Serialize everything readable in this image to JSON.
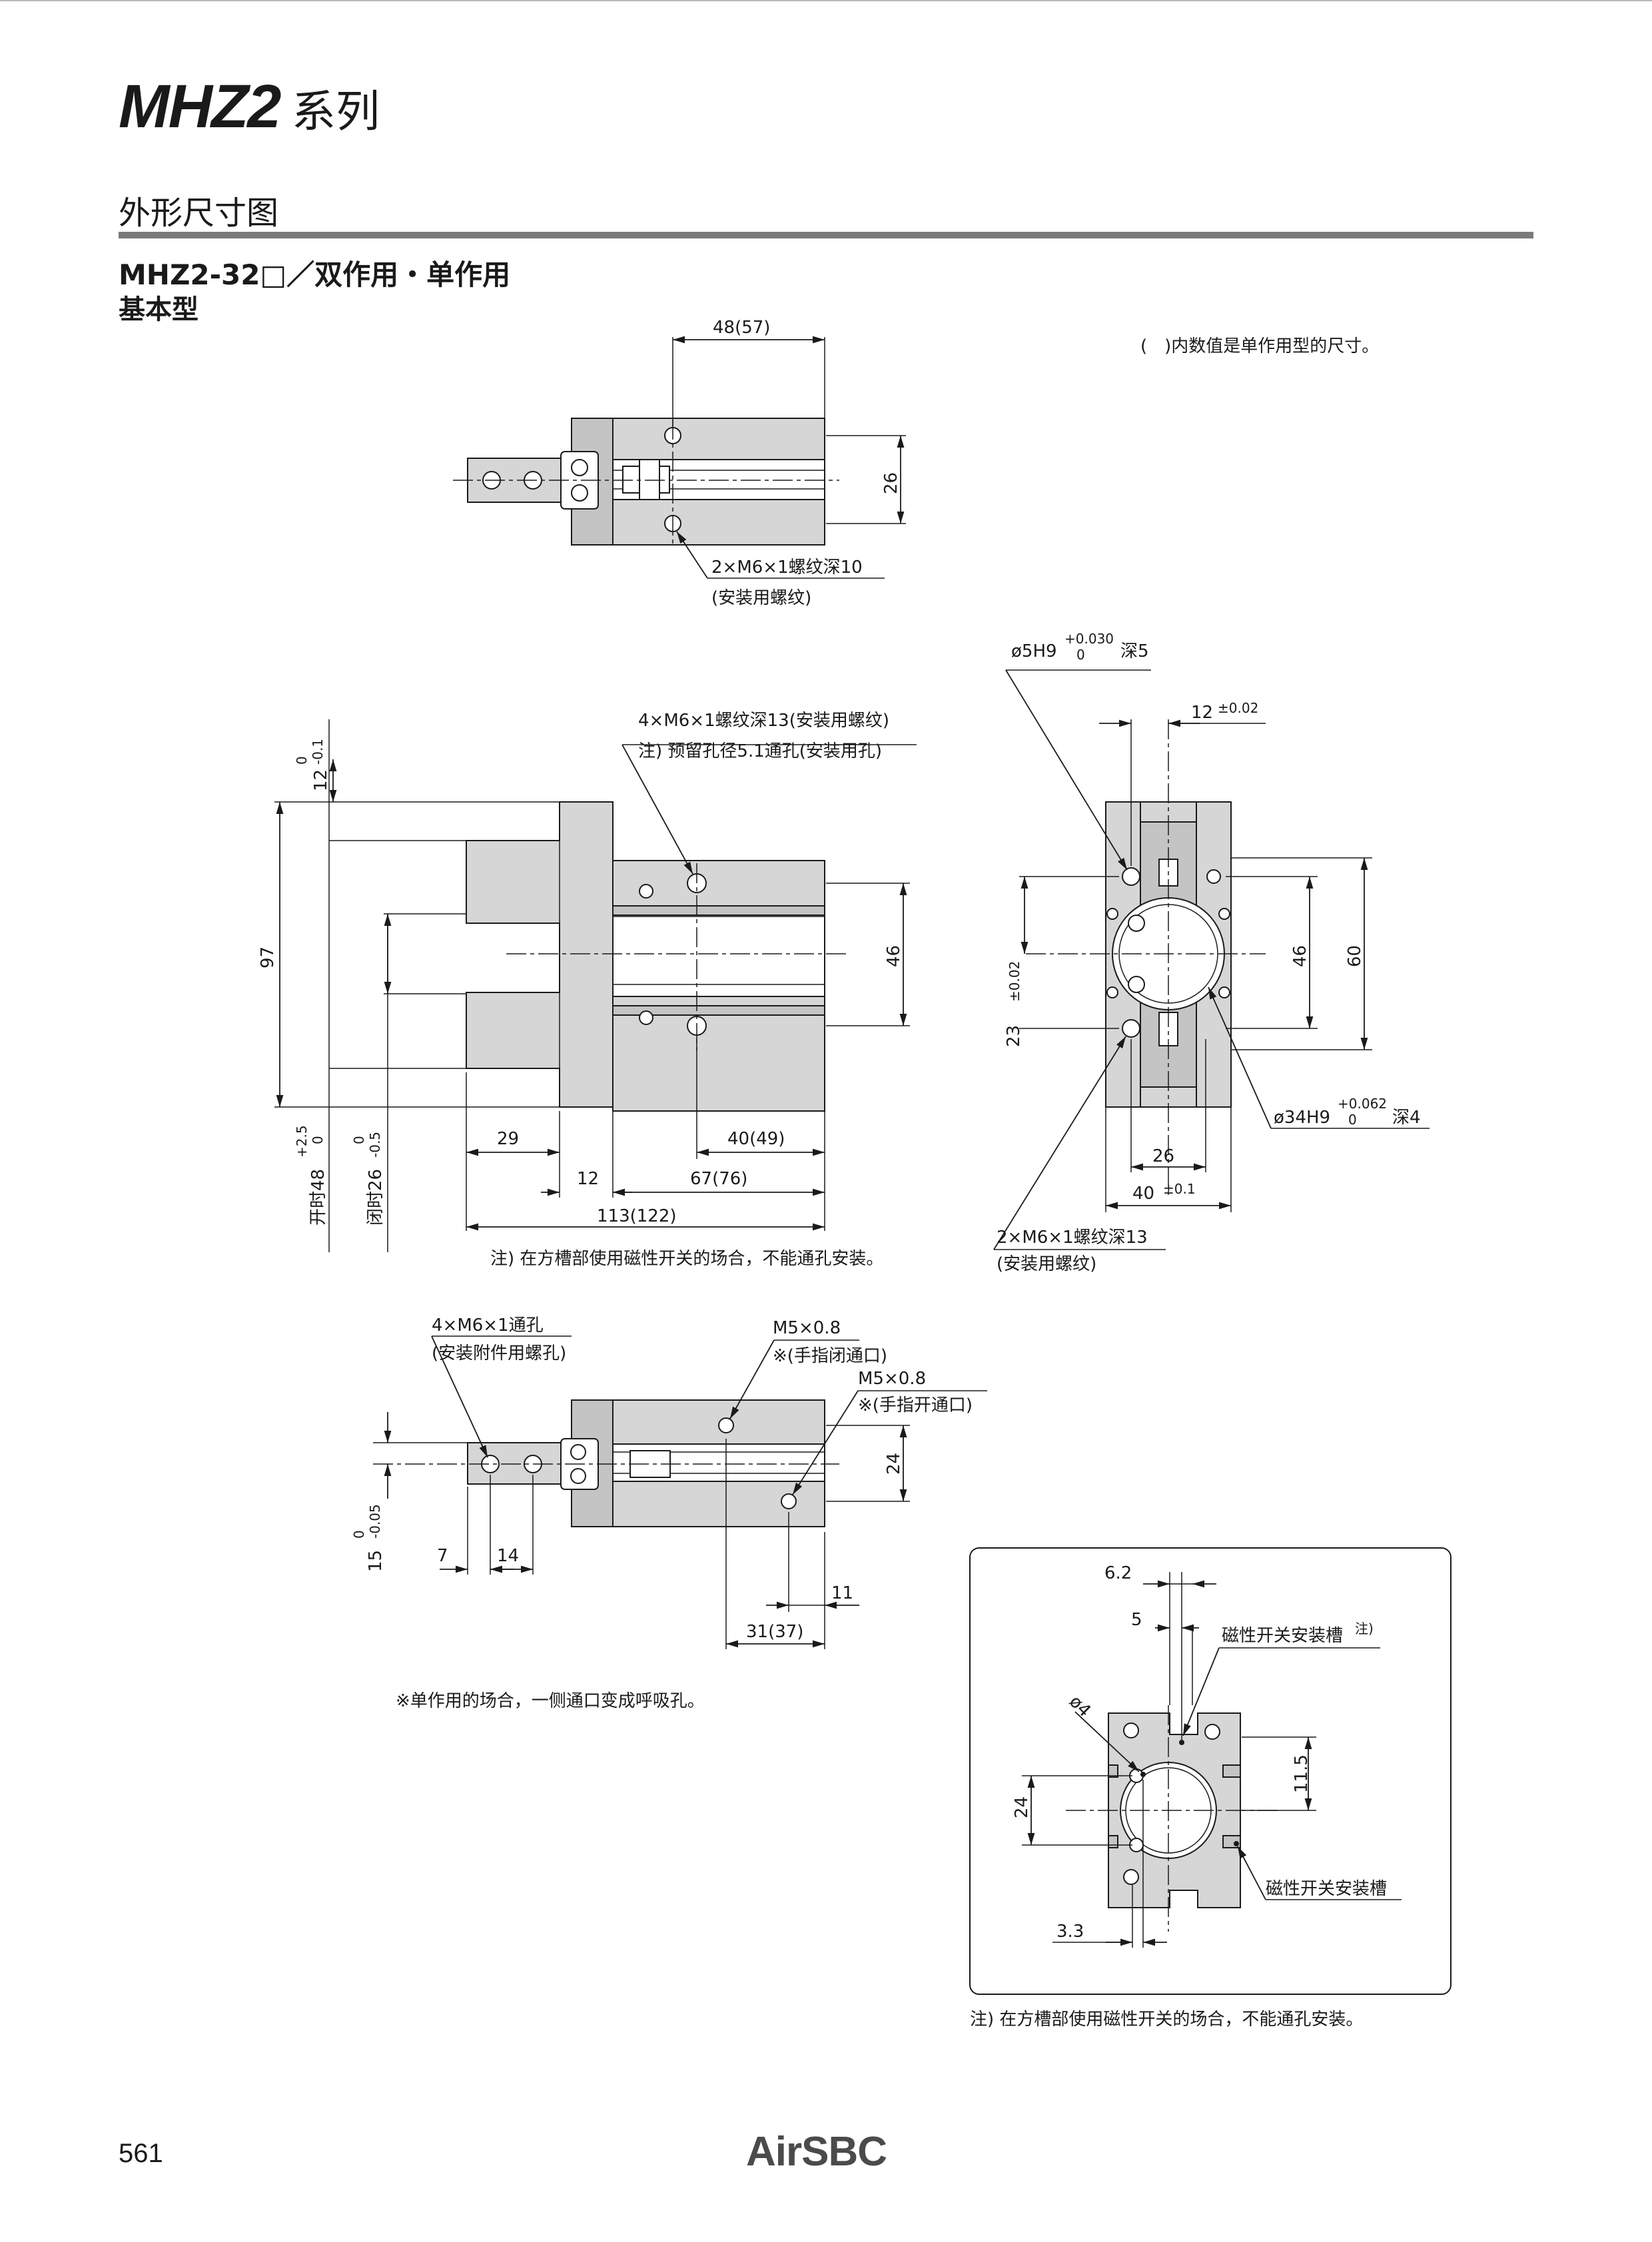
{
  "header": {
    "series": "MHZ2",
    "series_suffix": "系列"
  },
  "section": {
    "heading": "外形尺寸图",
    "model_line": "MHZ2-32□／双作用・单作用",
    "type": "基本型"
  },
  "notes": {
    "bracket_values": "(　)内数值是单作用型的尺寸。",
    "slot_note": "注) 在方槽部使用磁性开关的场合，不能通孔安装。",
    "single_acting": "※单作用的场合，一侧通口变成呼吸孔。",
    "inset_note": "注) 在方槽部使用磁性开关的场合，不能通孔安装。"
  },
  "top_view": {
    "dim_48": "48(57)",
    "dim_26": "26",
    "thread_label": "2×M6×1螺纹深10",
    "thread_purpose": "(安装用螺纹)"
  },
  "front_view": {
    "thread_4": "4×M6×1螺纹深13(安装用螺纹)",
    "note_hole": "注) 预留孔径5.1通孔(安装用孔)",
    "dim_12_base": "12",
    "dim_12_tol_upper": "0",
    "dim_12_tol_lower": "-0.1",
    "dim_97": "97",
    "dim_46": "46",
    "dim_29": "29",
    "dim_12b": "12",
    "dim_40_49": "40(49)",
    "dim_67_76": "67(76)",
    "dim_113_122": "113(122)",
    "open_label": "开时48",
    "open_tol_upper": "+2.5",
    "open_tol_lower": "0",
    "closed_label": "闭时26",
    "closed_tol_upper": "0",
    "closed_tol_lower": "-0.5"
  },
  "side_view": {
    "pin_hole": "ø5H9",
    "pin_tol_upper": "+0.030",
    "pin_tol_lower": "0",
    "pin_depth": "深5",
    "dim_12": "12",
    "dim_12_tol": "±0.02",
    "dim_23": "23",
    "dim_23_tol": "±0.02",
    "dim_46": "46",
    "dim_60": "60",
    "bore": "ø34H9",
    "bore_tol_upper": "+0.062",
    "bore_tol_lower": "0",
    "bore_depth": "深4",
    "dim_26": "26",
    "dim_40": "40",
    "dim_40_tol": "±0.1",
    "thread_label": "2×M6×1螺纹深13",
    "thread_purpose": "(安装用螺纹)"
  },
  "bottom_view": {
    "through_label": "4×M6×1通孔",
    "through_purpose": "(安装附件用螺孔)",
    "port1": "M5×0.8",
    "port1_purpose": "※(手指闭通口)",
    "port2": "M5×0.8",
    "port2_purpose": "※(手指开通口)",
    "dim_24": "24",
    "dim_15": "15",
    "dim_15_tol_upper": "0",
    "dim_15_tol_lower": "-0.05",
    "dim_7": "7",
    "dim_14": "14",
    "dim_11": "11",
    "dim_31_37": "31(37)"
  },
  "inset": {
    "dim_6_2": "6.2",
    "dim_5": "5",
    "switch_slot_note": "磁性开关安装槽",
    "switch_slot_sup": "注)",
    "dim_phi4": "ø4",
    "dim_11_5": "11.5",
    "dim_24": "24",
    "switch_slot": "磁性开关安装槽",
    "dim_3_3": "3.3"
  },
  "footer": {
    "page_number": "561",
    "brand": "AirSBC"
  }
}
